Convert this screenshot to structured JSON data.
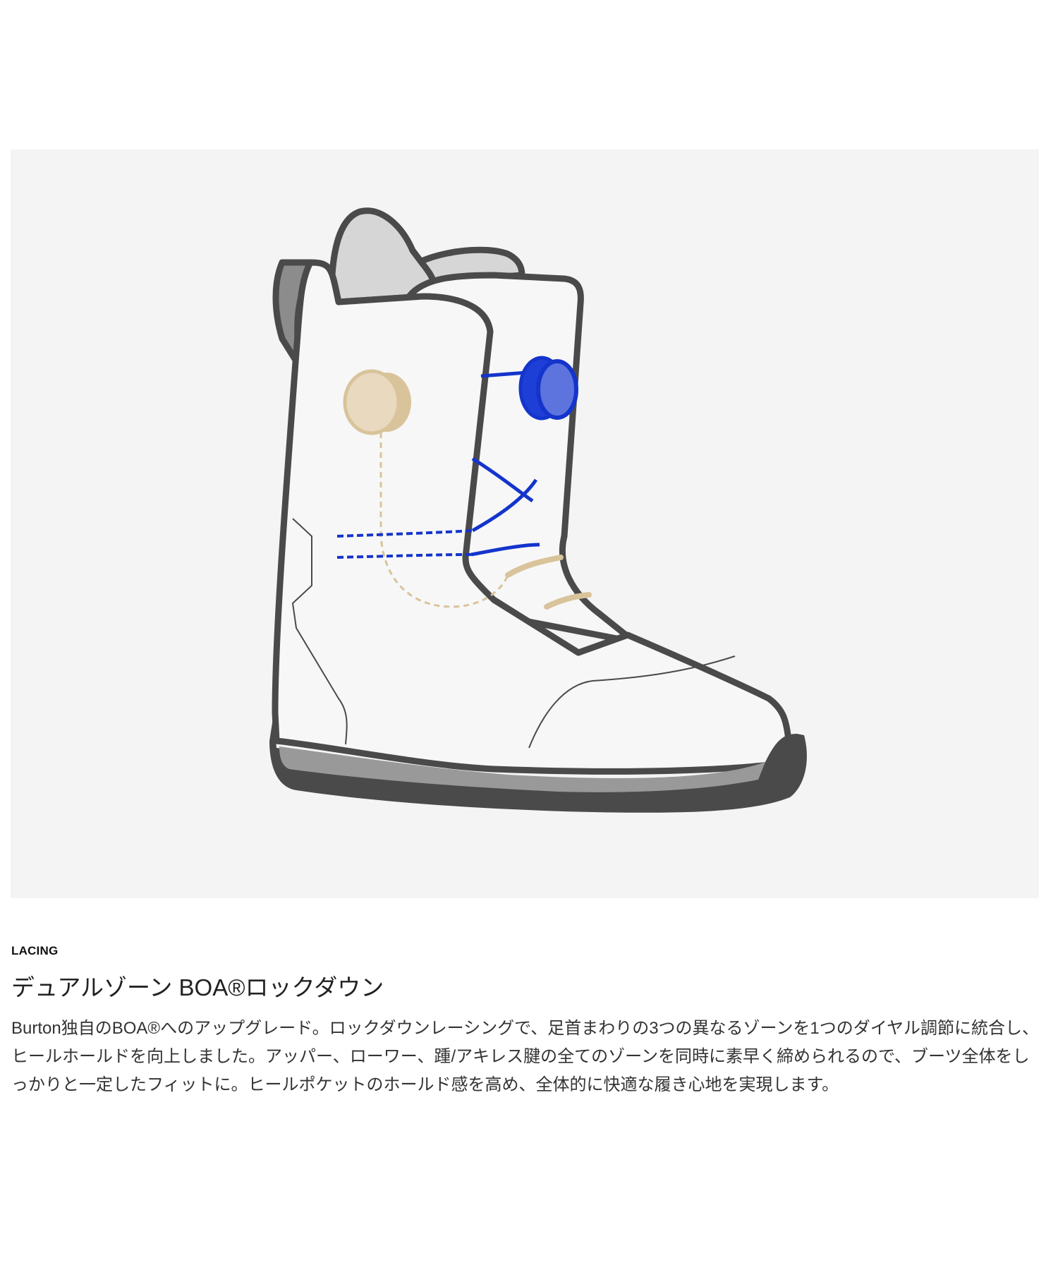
{
  "figure": {
    "alt": "Snowboard boot illustration showing dual-zone BOA lockdown lacing",
    "colors": {
      "background": "#f4f4f4",
      "outline": "#4a4a4a",
      "boot_body": "#f7f7f7",
      "liner": "#d6d6d6",
      "heel_tab": "#8c8c8c",
      "sole_mid": "#999999",
      "sole_outer": "#4a4a4a",
      "boa_blue": "#1434cc",
      "boa_blue_face": "#5d73dd",
      "boa_tan": "#d9c39a",
      "boa_tan_face": "#e8d9bf"
    }
  },
  "feature": {
    "eyebrow": "LACING",
    "title": "デュアルゾーン BOA®ロックダウン",
    "description": "Burton独自のBOA®へのアップグレード。ロックダウンレーシングで、足首まわりの3つの異なるゾーンを1つのダイヤル調節に統合し、ヒールホールドを向上しました。アッパー、ローワー、踵/アキレス腱の全てのゾーンを同時に素早く締められるので、ブーツ全体をしっかりと一定したフィットに。ヒールポケットのホールド感を高め、全体的に快適な履き心地を実現します。"
  }
}
